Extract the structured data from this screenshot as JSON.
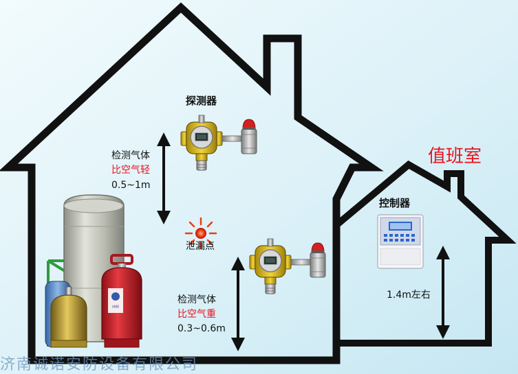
{
  "labels": {
    "detector_top": "探测器",
    "light_gas_title": "检测气体",
    "light_gas_type": "比空气轻",
    "light_gas_range": "0.5~1m",
    "leak_point": "泄漏点",
    "heavy_gas_title": "检测气体",
    "heavy_gas_type": "比空气重",
    "heavy_gas_range": "0.3~0.6m",
    "duty_room": "值班室",
    "controller": "控制器",
    "controller_height": "1.4m左右",
    "company_watermark": "济南诚诺安防设备有限公司"
  },
  "colors": {
    "background": "#dff2f8",
    "outline": "#111111",
    "accent_red": "#e8131e",
    "detector_yellow": "#e3c21a",
    "cylinder_red": "#d4222a",
    "cylinder_gold": "#c9a83a",
    "tank_grey": "#b9bcb2",
    "frame_green": "#2f9a3f"
  },
  "icons": [
    "gas-detector-icon",
    "alarm-lamp-icon",
    "leak-point-icon",
    "gas-tank-icon",
    "gas-cylinder-icon",
    "controller-panel-icon",
    "double-arrow-icon"
  ]
}
